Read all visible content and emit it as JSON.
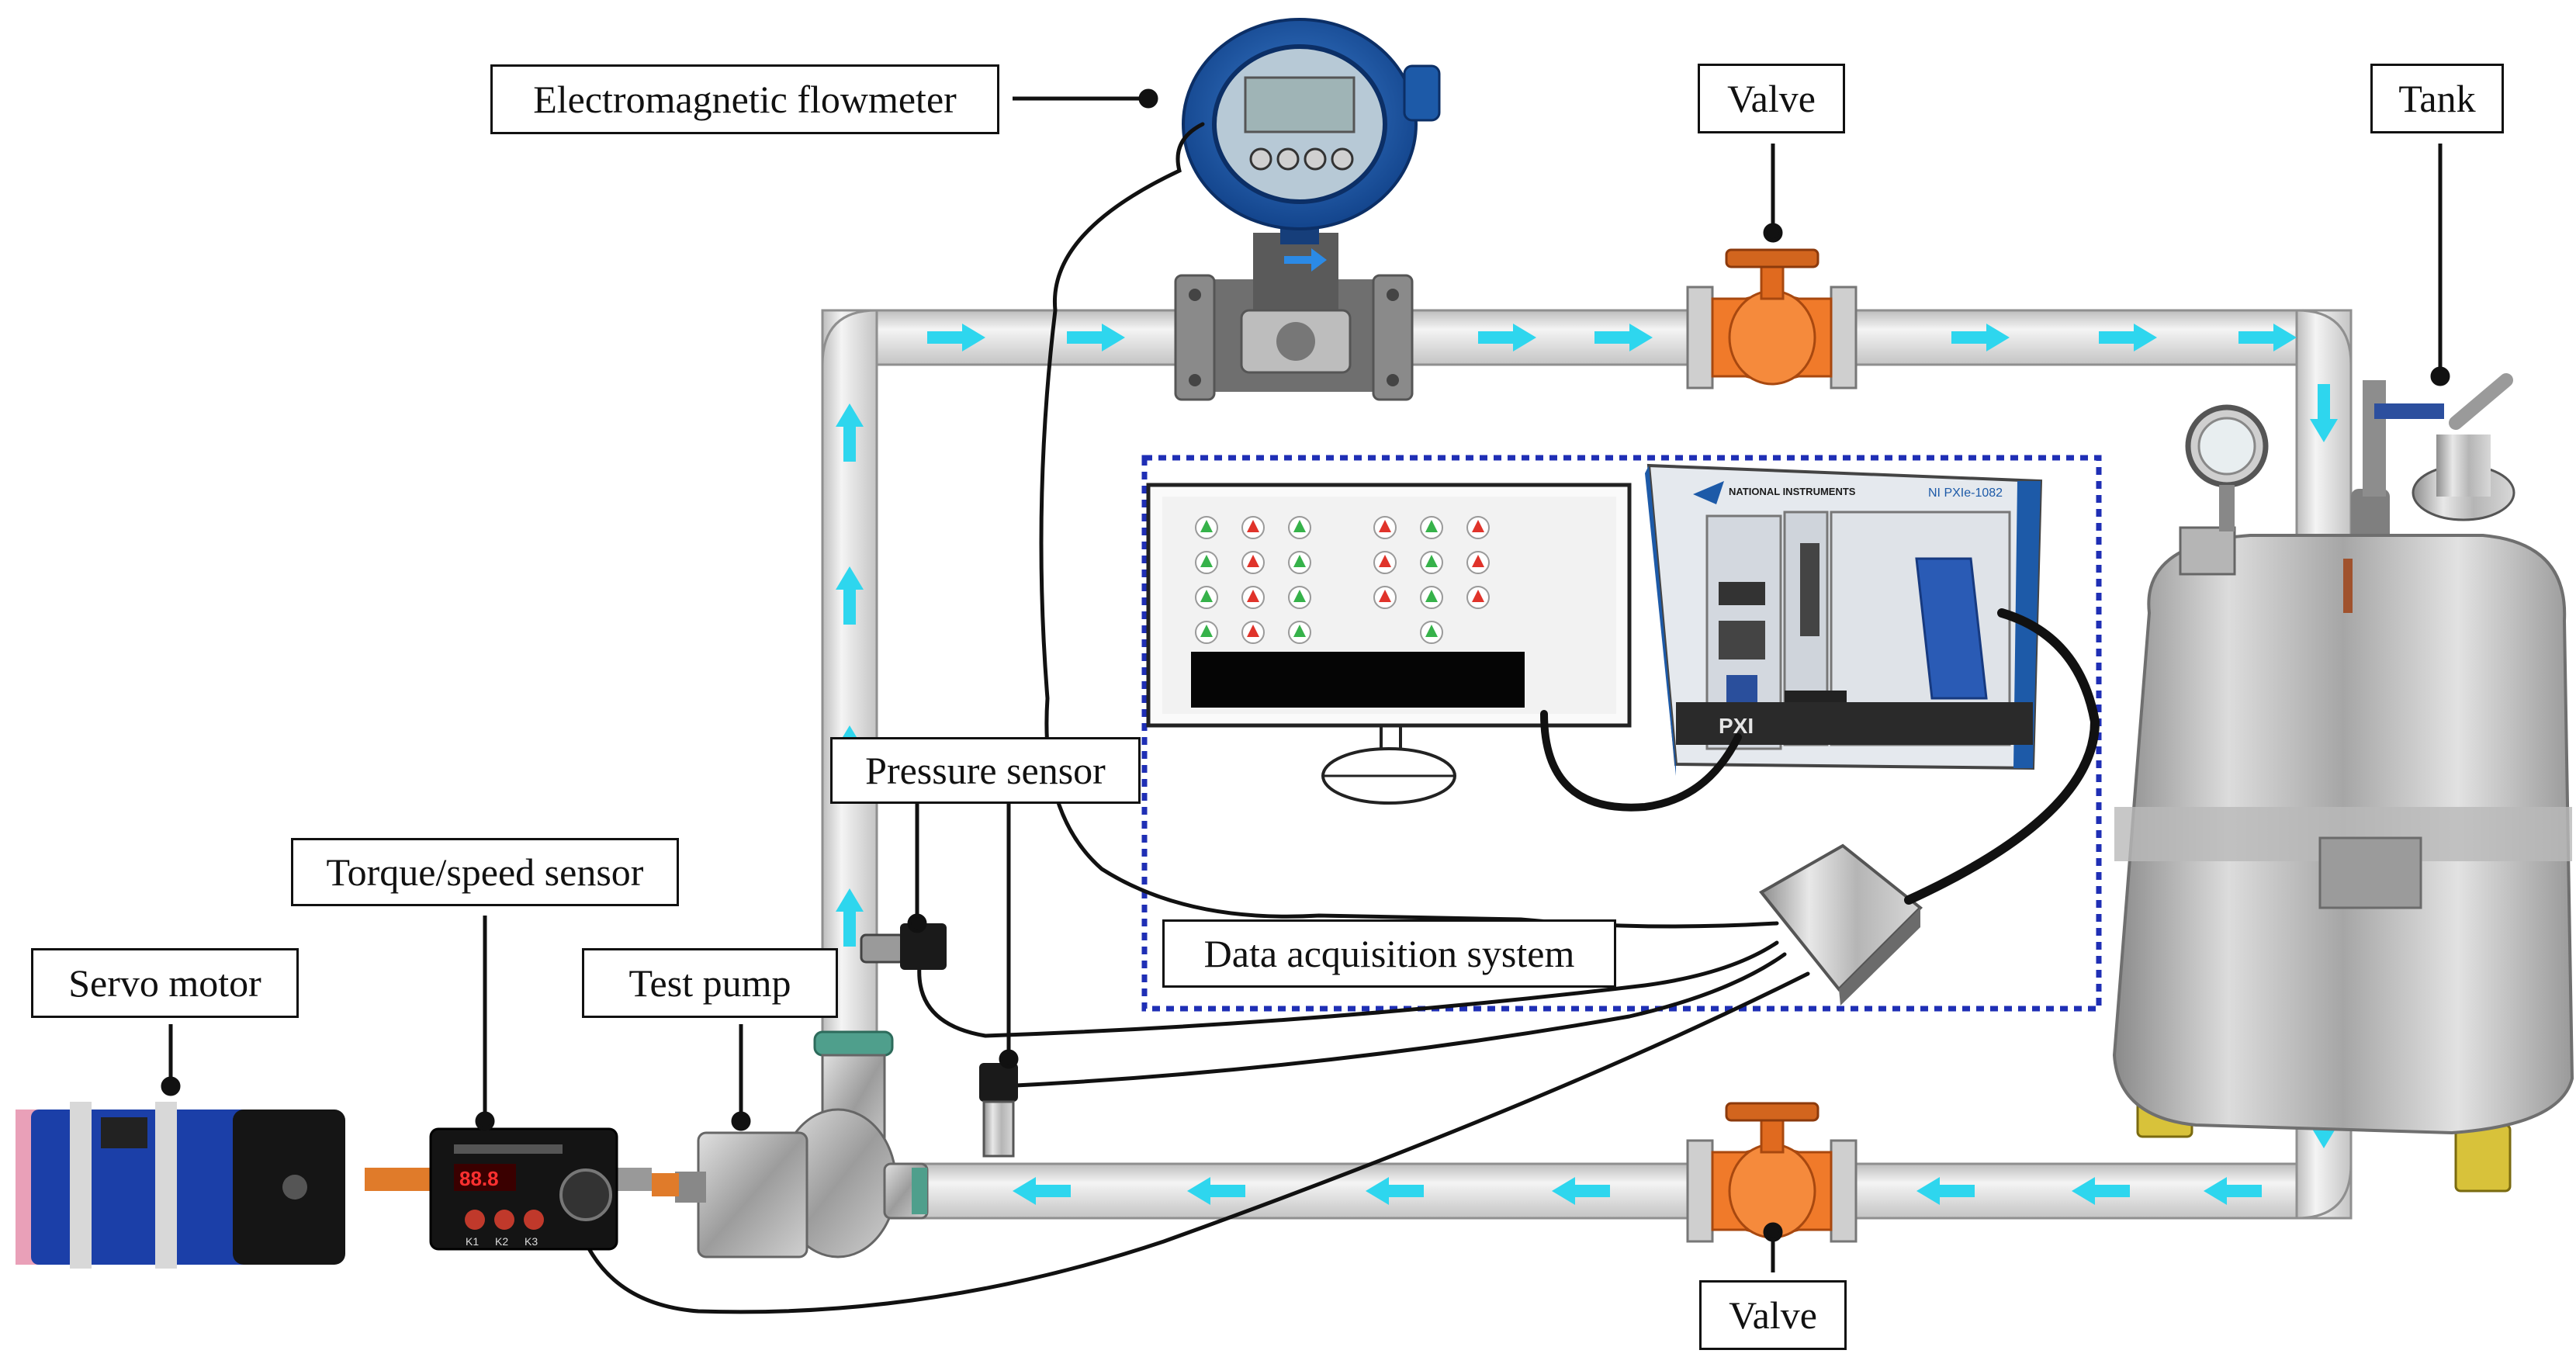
{
  "labels": {
    "flowmeter": "Electromagnetic flowmeter",
    "valve_top": "Valve",
    "tank": "Tank",
    "pressure_sensor": "Pressure sensor",
    "torque_sensor": "Torque/speed sensor",
    "servo_motor": "Servo motor",
    "test_pump": "Test pump",
    "daq": "Data acquisition system",
    "valve_bottom": "Valve"
  },
  "hardware_text": {
    "ni_brand": "NATIONAL INSTRUMENTS",
    "chassis_model": "NI PXIe-1082",
    "chassis_mark": "PXI",
    "torque_keys": [
      "K1",
      "K2",
      "K3"
    ]
  },
  "colors": {
    "pipe_fill": "#e6e6e6",
    "pipe_edge": "#9a9a9a",
    "flow_arrow": "#2ed6ee",
    "valve": "#f07a2a",
    "daq_border": "#1f2fb5",
    "flowmeter_blue": "#1d5aa8"
  },
  "icons": {
    "flow_arrow": "arrow-icon",
    "valve": "valve-icon",
    "monitor": "monitor-icon",
    "chassis": "daq-chassis-icon",
    "tank": "tank-icon",
    "pump": "pump-icon",
    "motor": "motor-icon"
  }
}
